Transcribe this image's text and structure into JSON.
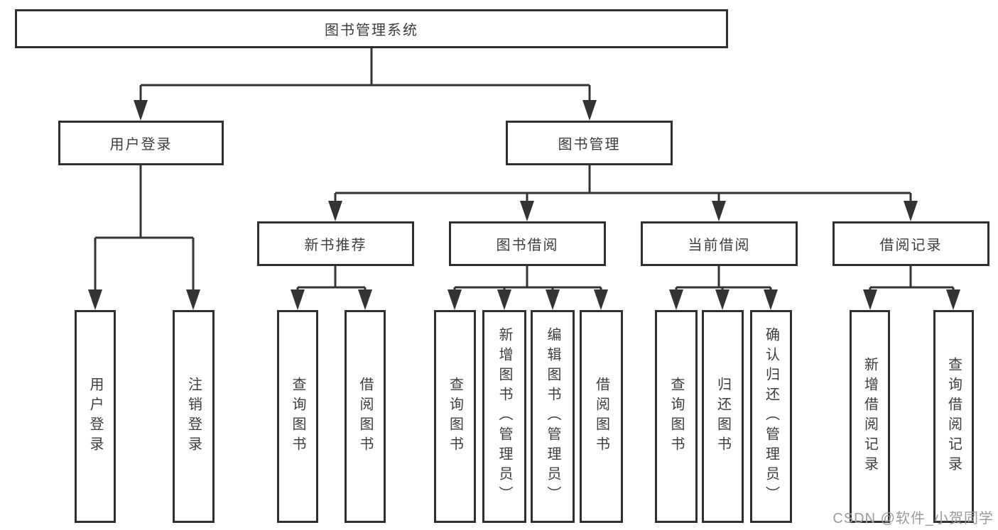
{
  "diagram_title": "图书管理系统",
  "nodes": {
    "root": "图书管理系统",
    "user_login": "用户登录",
    "book_mgmt": "图书管理",
    "new_book_rec": "新书推荐",
    "book_borrow": "图书借阅",
    "current_borrow": "当前借阅",
    "borrow_record": "借阅记录",
    "leaf_user_login": "用户登录",
    "leaf_logout": "注销登录",
    "leaf_nb_query": "查询图书",
    "leaf_nb_borrow": "借阅图书",
    "leaf_bb_query": "查询图书",
    "leaf_bb_add": "新增图书（管理员）",
    "leaf_bb_edit": "编辑图书（管理员）",
    "leaf_bb_borrow": "借阅图书",
    "leaf_cb_query": "查询图书",
    "leaf_cb_return": "归还图书",
    "leaf_cb_confirm": "确认归还（管理员）",
    "leaf_br_add": "新增借阅记录",
    "leaf_br_query": "查询借阅记录"
  },
  "watermark": "CSDN @软件_小贺同学",
  "colors": {
    "line": "#333333",
    "text": "#3d3d3d",
    "watermark": "#9b9b9b",
    "background": "#ffffff"
  }
}
